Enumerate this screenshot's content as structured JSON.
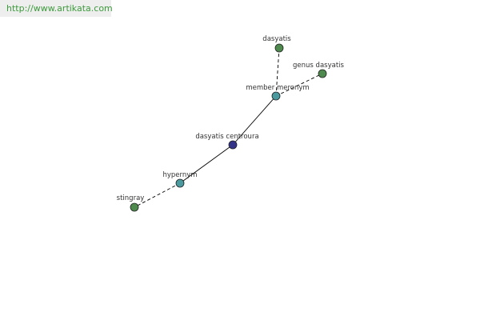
{
  "watermark": {
    "text": "http://www.artikata.com"
  },
  "colors": {
    "leaf": "#4e8a4e",
    "relation": "#4a9aa0",
    "center": "#33338a",
    "edge": "#000000",
    "watermark_bg": "#eeeeee",
    "watermark_text": "#3c9a3c"
  },
  "graph": {
    "nodes": [
      {
        "id": "dasyatis",
        "label": "dasyatis",
        "kind": "leaf"
      },
      {
        "id": "genus-dasyatis",
        "label": "genus dasyatis",
        "kind": "leaf"
      },
      {
        "id": "member-meronym",
        "label": "member meronym",
        "kind": "relation"
      },
      {
        "id": "dasyatis-centroura",
        "label": "dasyatis centroura",
        "kind": "center"
      },
      {
        "id": "hypernym",
        "label": "hypernym",
        "kind": "relation"
      },
      {
        "id": "stingray",
        "label": "stingray",
        "kind": "leaf"
      }
    ],
    "edges": [
      {
        "from": "member-meronym",
        "to": "dasyatis",
        "style": "dashed"
      },
      {
        "from": "member-meronym",
        "to": "genus-dasyatis",
        "style": "dashed"
      },
      {
        "from": "dasyatis-centroura",
        "to": "member-meronym",
        "style": "solid"
      },
      {
        "from": "dasyatis-centroura",
        "to": "hypernym",
        "style": "solid"
      },
      {
        "from": "hypernym",
        "to": "stingray",
        "style": "dashed"
      }
    ]
  }
}
